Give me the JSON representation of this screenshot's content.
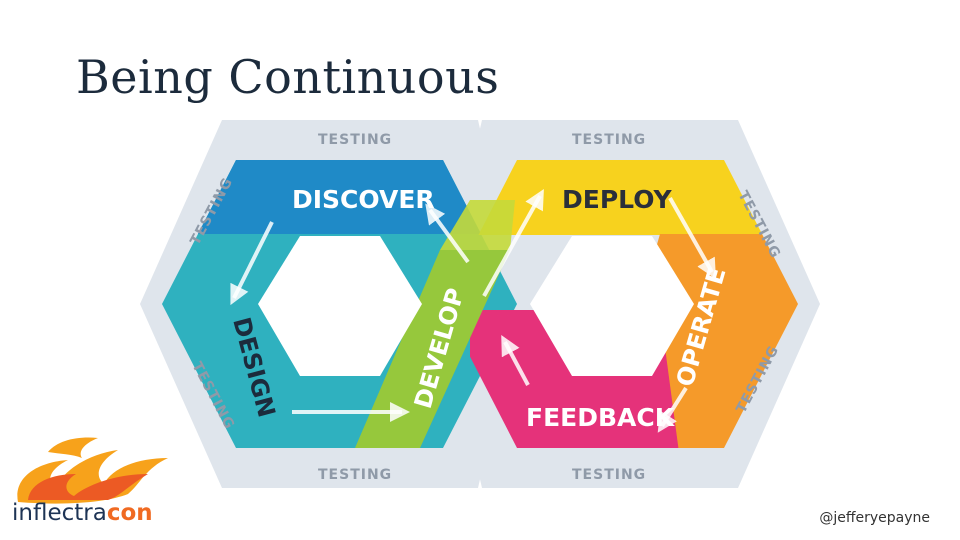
{
  "title": "Being Continuous",
  "diagram": {
    "outer_label": "TESTING",
    "phases": {
      "discover": "DISCOVER",
      "design": "DESIGN",
      "develop": "DEVELOP",
      "deploy": "DEPLOY",
      "operate": "OPERATE",
      "feedback": "FEEDBACK"
    },
    "colors": {
      "discover": "#1f8ac7",
      "design": "#2fb1bf",
      "develop": "#96c83c",
      "deploy": "#f7d21e",
      "operate": "#f59a2a",
      "feedback": "#e5327a",
      "outer": "#dfe5ec"
    }
  },
  "logo": {
    "part1": "inflectra",
    "part2": "con"
  },
  "handle": "@jefferyepayne"
}
